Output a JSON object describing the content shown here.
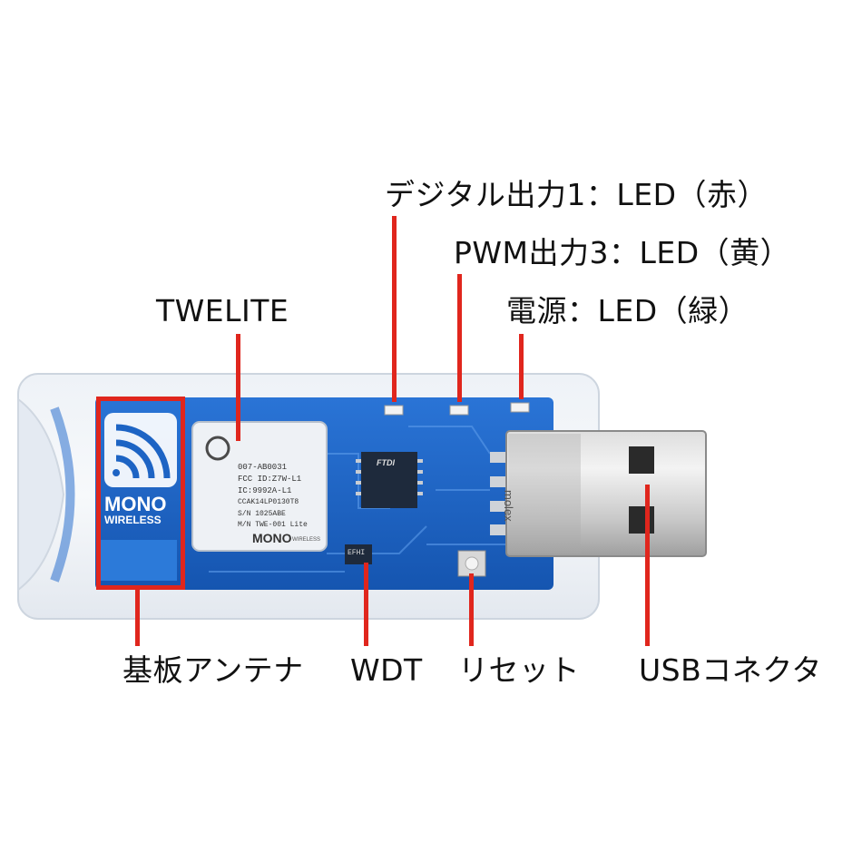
{
  "labels": {
    "led_red": "デジタル出力1：LED（赤）",
    "led_yellow": "PWM出力3：LED（黄）",
    "led_green": "電源：LED（緑）",
    "twelite": "TWELITE",
    "antenna": "基板アンテナ",
    "wdt": "WDT",
    "reset": "リセット",
    "usb": "USBコネクタ"
  },
  "board_print": {
    "brand": "MONO",
    "brand_sub": "WIRELESS",
    "module_id": "007-AB0031",
    "fcc": "FCC ID:Z7W-L1",
    "ic": "IC:9992A-L1",
    "ccak": "CCAK14LP0130T8",
    "sn": "S/N 1025ABE",
    "model": "M/N TWE-001 Lite",
    "module_brand": "MONO",
    "module_brand_sub": "WIRELESS",
    "chip": "FTDI",
    "molex": "molex",
    "wdt_chip": "EFHI"
  },
  "colors": {
    "accent": "#e0261d",
    "pcb": "#1d64c4",
    "metal": "#b8b8b8"
  }
}
